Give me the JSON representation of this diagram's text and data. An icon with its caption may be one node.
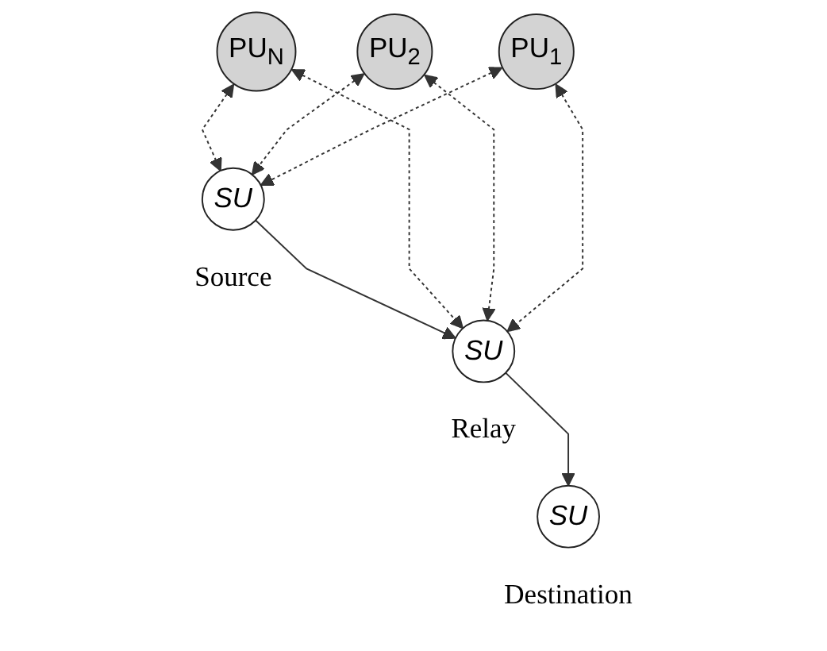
{
  "diagram": {
    "nodes": [
      {
        "text": [
          "PU$_{1}$"
        ]
      },
      {
        "text": [
          "PU$_{2}$"
        ]
      },
      {
        "text": [
          "PU$_{N}$"
        ]
      },
      {
        "text": [
          "SU"
        ],
        "beside": [
          "Source"
        ]
      },
      {
        "text": [
          "SU"
        ],
        "beside": [
          "Relay"
        ]
      },
      {
        "text": [
          "SU"
        ],
        "beside": [
          "Destination"
        ]
      }
    ],
    "edges": [
      {
        "from": 0,
        "to": 3,
        "arrow": "both",
        "style": "dashed"
      },
      {
        "from": 1,
        "to": 3,
        "arrow": "both",
        "style": "dashed"
      },
      {
        "from": 2,
        "to": 3,
        "arrow": "both",
        "style": "dashed"
      },
      {
        "from": 0,
        "to": 4,
        "arrow": "both",
        "style": "dashed"
      },
      {
        "from": 1,
        "to": 4,
        "arrow": "both",
        "style": "dashed"
      },
      {
        "from": 2,
        "to": 4,
        "arrow": "both",
        "style": "dashed"
      },
      {
        "from": 3,
        "to": 4,
        "arrow": "to"
      },
      {
        "from": 4,
        "to": 5,
        "arrow": "to"
      }
    ]
  }
}
